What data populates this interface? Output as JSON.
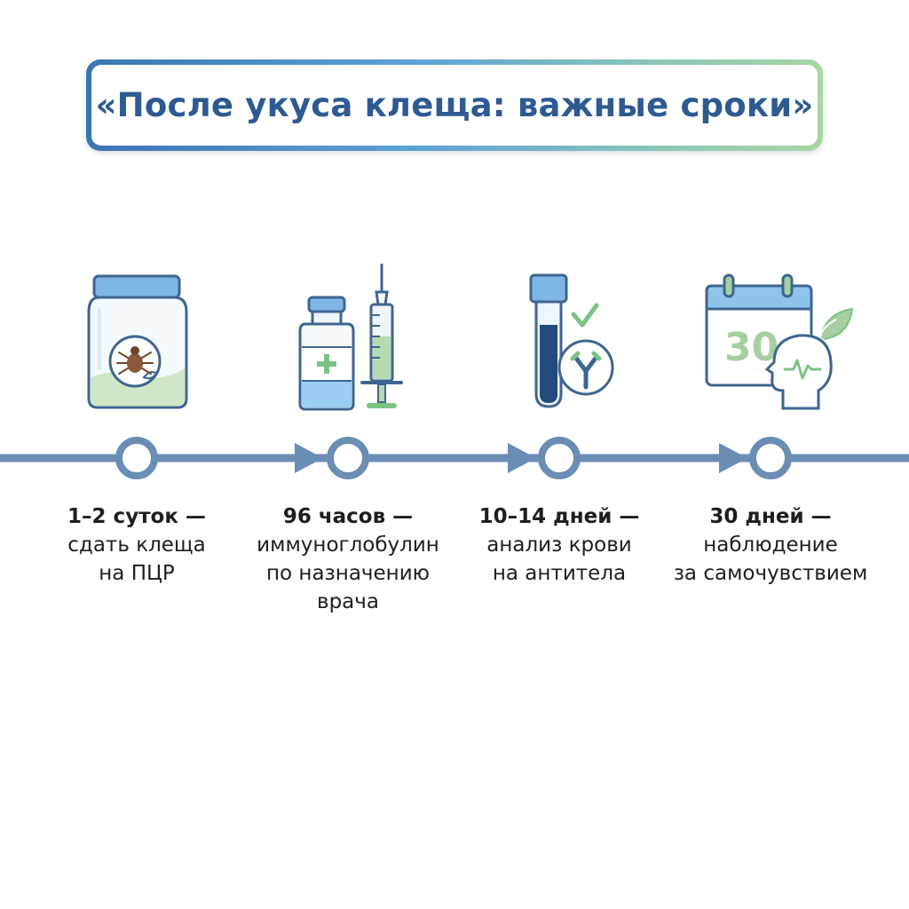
{
  "title": "«После укуса клеща: важные сроки»",
  "colors": {
    "timeline": "#6a8db4",
    "outline": "#3e6590",
    "light_blue": "#8ec3ec",
    "green": "#a6d0a0",
    "tick": "#8a5a3a"
  },
  "steps": [
    {
      "icon": "tick-in-jar-icon",
      "lead": "1–2 суток —",
      "lines": [
        "сдать клеща",
        "на ПЦР"
      ]
    },
    {
      "icon": "vial-and-syringe-icon",
      "lead": "96 часов —",
      "lines": [
        "иммуноглобулин",
        "по назначению",
        "врача"
      ]
    },
    {
      "icon": "blood-test-antibody-icon",
      "lead": "10–14 дней —",
      "lines": [
        "анализ крови",
        "на антитела"
      ]
    },
    {
      "icon": "calendar-health-icon",
      "calendar_number": "30",
      "lead": "30 дней —",
      "lines": [
        "наблюдение",
        "за самочувствием"
      ]
    }
  ]
}
